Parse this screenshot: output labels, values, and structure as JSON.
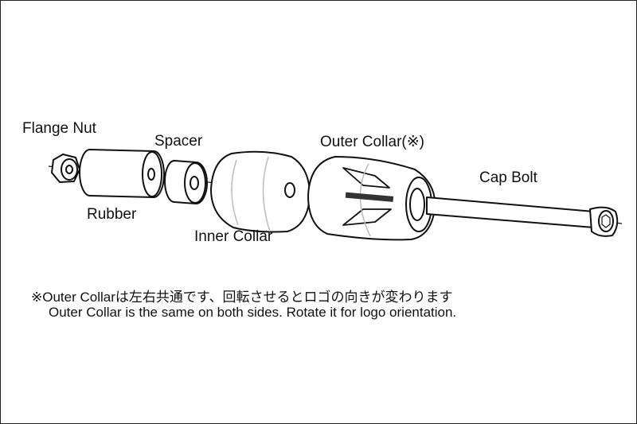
{
  "labels": {
    "flange_nut": "Flange Nut",
    "rubber": "Rubber",
    "spacer": "Spacer",
    "inner_collar": "Inner Collar",
    "outer_collar": "Outer Collar(※)",
    "cap_bolt": "Cap Bolt"
  },
  "notes": {
    "japanese": "※Outer Collarは左右共通です、回転させるとロゴの向きが変わります",
    "english": "Outer Collar is the same on both sides. Rotate it for logo orientation."
  }
}
